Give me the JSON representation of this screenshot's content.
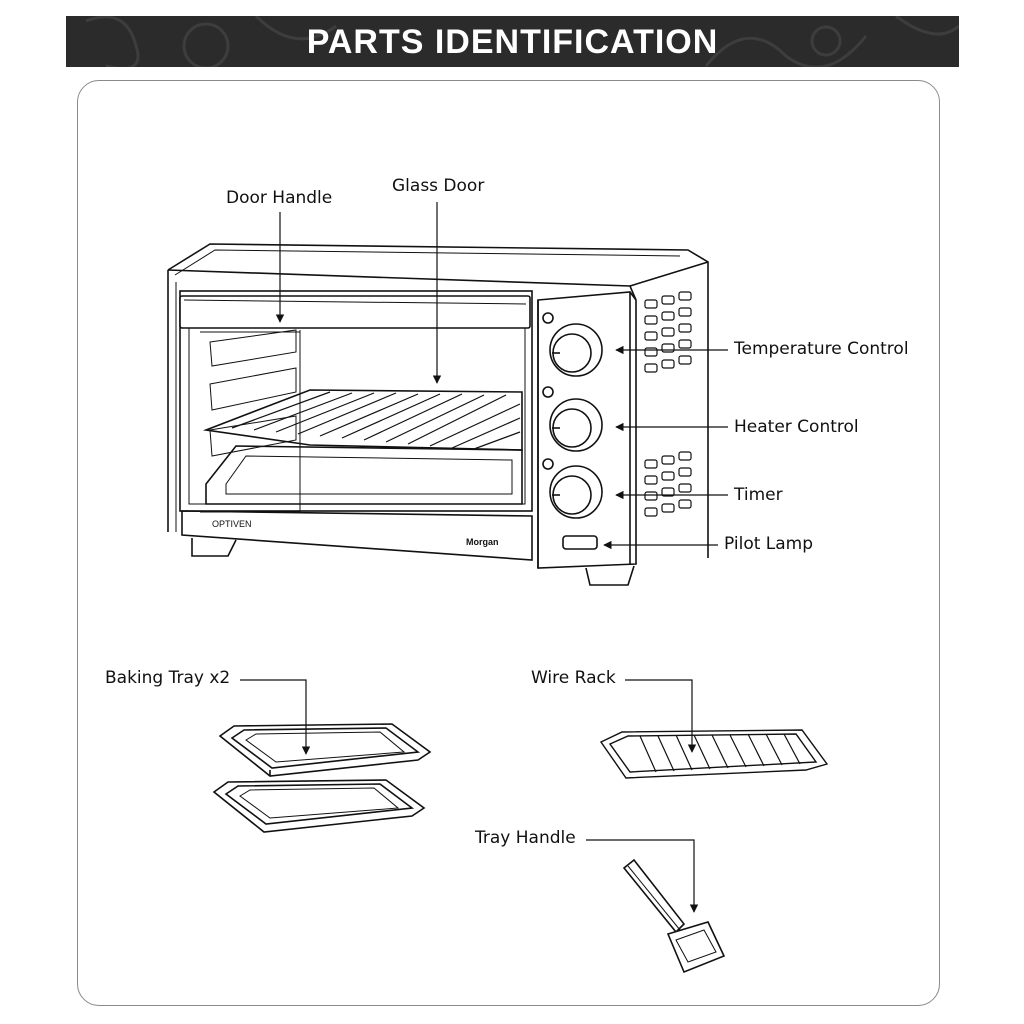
{
  "header": {
    "title": "PARTS IDENTIFICATION"
  },
  "brand": {
    "model": "OPTIVEN",
    "maker": "Morgan"
  },
  "labels": {
    "door_handle": "Door Handle",
    "glass_door": "Glass Door",
    "temperature_control": "Temperature Control",
    "heater_control": "Heater Control",
    "timer": "Timer",
    "pilot_lamp": "Pilot Lamp",
    "baking_tray": "Baking Tray x2",
    "wire_rack": "Wire Rack",
    "tray_handle": "Tray Handle"
  },
  "colors": {
    "banner": "#2b2b2b",
    "banner_text": "#ffffff",
    "line": "#111111",
    "panel_border": "#8a8a8a"
  }
}
